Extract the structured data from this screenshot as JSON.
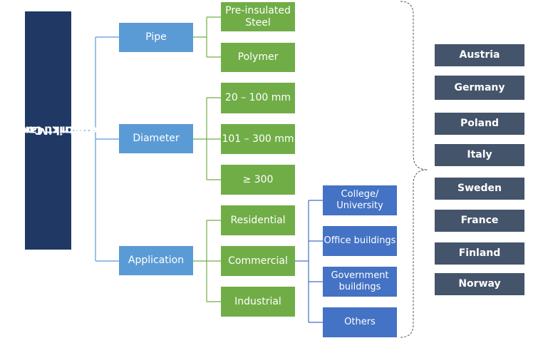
{
  "title_line1": "Europe District Cooling Pipeline",
  "title_line2": "Network  Market",
  "segments": {
    "pipe": {
      "label": "Pipe",
      "children": [
        "Pre-insulated Steel",
        "Polymer"
      ]
    },
    "diameter": {
      "label": "Diameter",
      "children": [
        "20 – 100 mm",
        "101 – 300 mm",
        "≥ 300"
      ]
    },
    "application": {
      "label": "Application",
      "children": [
        "Residential",
        "Commercial",
        "Industrial"
      ]
    },
    "commercial_children": [
      "College/ University",
      "Office buildings",
      "Government buildings",
      "Others"
    ]
  },
  "countries": [
    "Austria",
    "Germany",
    "Poland",
    "Italy",
    "Sweden",
    "France",
    "Finland",
    "Norway"
  ],
  "colors": {
    "title": "#1f3864",
    "level1": "#5b9bd5",
    "level2": "#70ad47",
    "level3": "#4472c4",
    "country": "#44546a"
  }
}
